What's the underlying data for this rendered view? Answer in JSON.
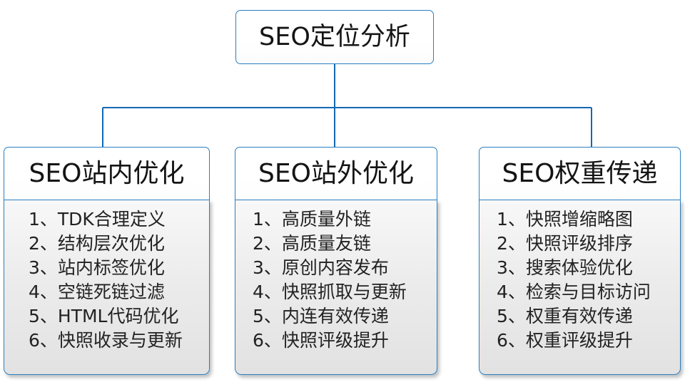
{
  "diagram": {
    "type": "org-chart",
    "root": {
      "label": "SEO定位分析"
    },
    "colors": {
      "border": "#2a7fc1",
      "connector": "#1268b3",
      "header_fill": "#ffffff",
      "body_fill": "#e8e8e8",
      "text": "#141414"
    },
    "branches": [
      {
        "title": "SEO站内优化",
        "items": [
          "1、TDK合理定义",
          "2、结构层次优化",
          "3、站内标签优化",
          "4、空链死链过滤",
          "5、HTML代码优化",
          "6、快照收录与更新"
        ]
      },
      {
        "title": "SEO站外优化",
        "items": [
          "1、高质量外链",
          "2、高质量友链",
          "3、原创内容发布",
          "4、快照抓取与更新",
          "5、内连有效传递",
          "6、快照评级提升"
        ]
      },
      {
        "title": "SEO权重传递",
        "items": [
          "1、快照增缩略图",
          "2、快照评级排序",
          "3、搜索体验优化",
          "4、检索与目标访问",
          "5、权重有效传递",
          "6、权重评级提升"
        ]
      }
    ]
  }
}
